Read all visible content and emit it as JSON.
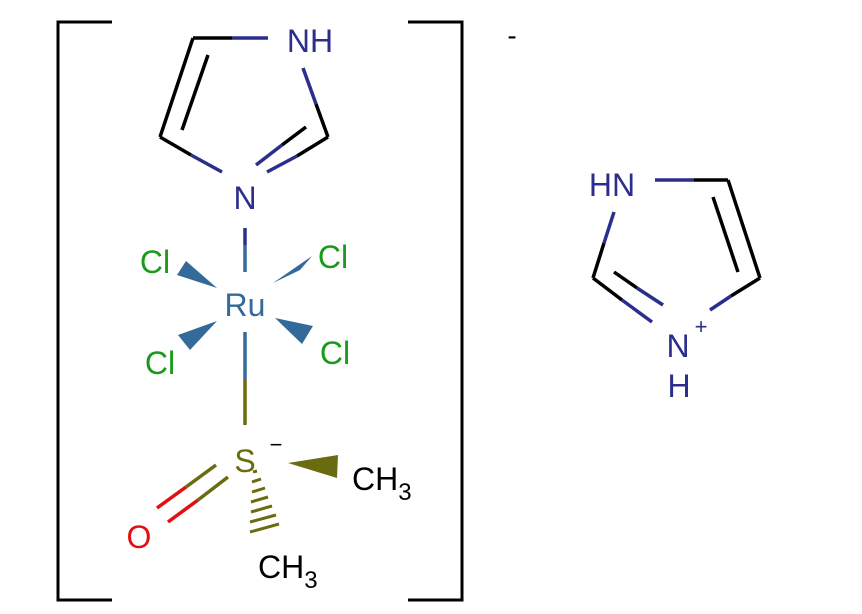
{
  "title": "Ruthenium imidazole DMSO tetrachloro complex with imidazolium counterion",
  "colors": {
    "nitrogen": "#2b2e8c",
    "chlorine": "#1a9a1a",
    "ruthenium": "#336a9a",
    "sulfur": "#6b6b10",
    "oxygen": "#e01010",
    "carbon": "#000000"
  },
  "complex": {
    "charge": "-",
    "ligand_nh": "NH",
    "ligand_n": "N",
    "metal": "Ru",
    "chlorides": [
      "Cl",
      "Cl",
      "Cl",
      "Cl"
    ],
    "sulfur": "S",
    "sulfur_charge": "−",
    "oxygen": "O",
    "methyl_c": "CH",
    "methyl_sub": "3"
  },
  "counterion": {
    "hn": "HN",
    "n": "N",
    "n_charge": "+",
    "h": "H"
  }
}
